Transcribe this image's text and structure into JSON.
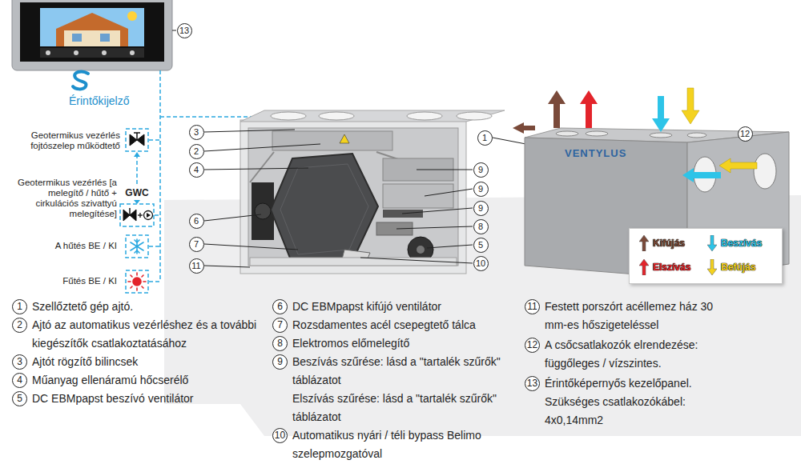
{
  "diagram": {
    "labels": [
      "13",
      "Érintőkijelző",
      "Geotermikus vezérlés fojtószelep működtető",
      "GWC",
      "Geotermikus vezérlés [a melegítő / hűtő + cirkulációs szivattyú melegítése]",
      "A hűtés BE / KI",
      "Fűtés BE / KI",
      "3",
      "2",
      "4",
      "6",
      "7",
      "11",
      "9",
      "9",
      "9",
      "8",
      "5",
      "10",
      "1",
      "VENTYLUS",
      "12",
      "1",
      "Szellőztető gép ajtó.",
      "2",
      "Ajtó az automatikus vezérléshez és a további kiegészítők csatlakoztatásához",
      "3",
      "Ajtót rögzítő bilincsek",
      "4",
      "Műanyag ellenáramú hőcserélő",
      "5",
      "DC EBMpapst beszívó ventilátor",
      "6",
      "DC EBMpapst kifújó ventilátor",
      "7",
      "Rozsdamentes acél csepegtető tálca",
      "8",
      "Elektromos előmelegítő",
      "9",
      "Beszívás szűrése: lásd a \"tartalék szűrők\" táblázatot",
      "Elszívás szűrése: lásd a \"tartalék szűrők\" táblázatot",
      "10",
      "Automatikus nyári / téli bypass Belimo szelepmozgatóval",
      "11",
      "Festett porszórt acéllemez ház 30 mm-es hőszigeteléssel",
      "12",
      "A csőcsatlakozók elrendezése: függőleges / vízszintes.",
      "13",
      "Érintőképernyős kezelőpanel. Szükséges csatlakozókábel: 4x0,14mm2"
    ],
    "legend": [
      {
        "text": "Kifújás",
        "color": "#7a4a3a"
      },
      {
        "text": "Beszívás",
        "color": "#2ec4e8"
      },
      {
        "text": "Elszívás",
        "color": "#e3242b"
      },
      {
        "text": "Befújás",
        "color": "#f4d21f"
      }
    ]
  }
}
